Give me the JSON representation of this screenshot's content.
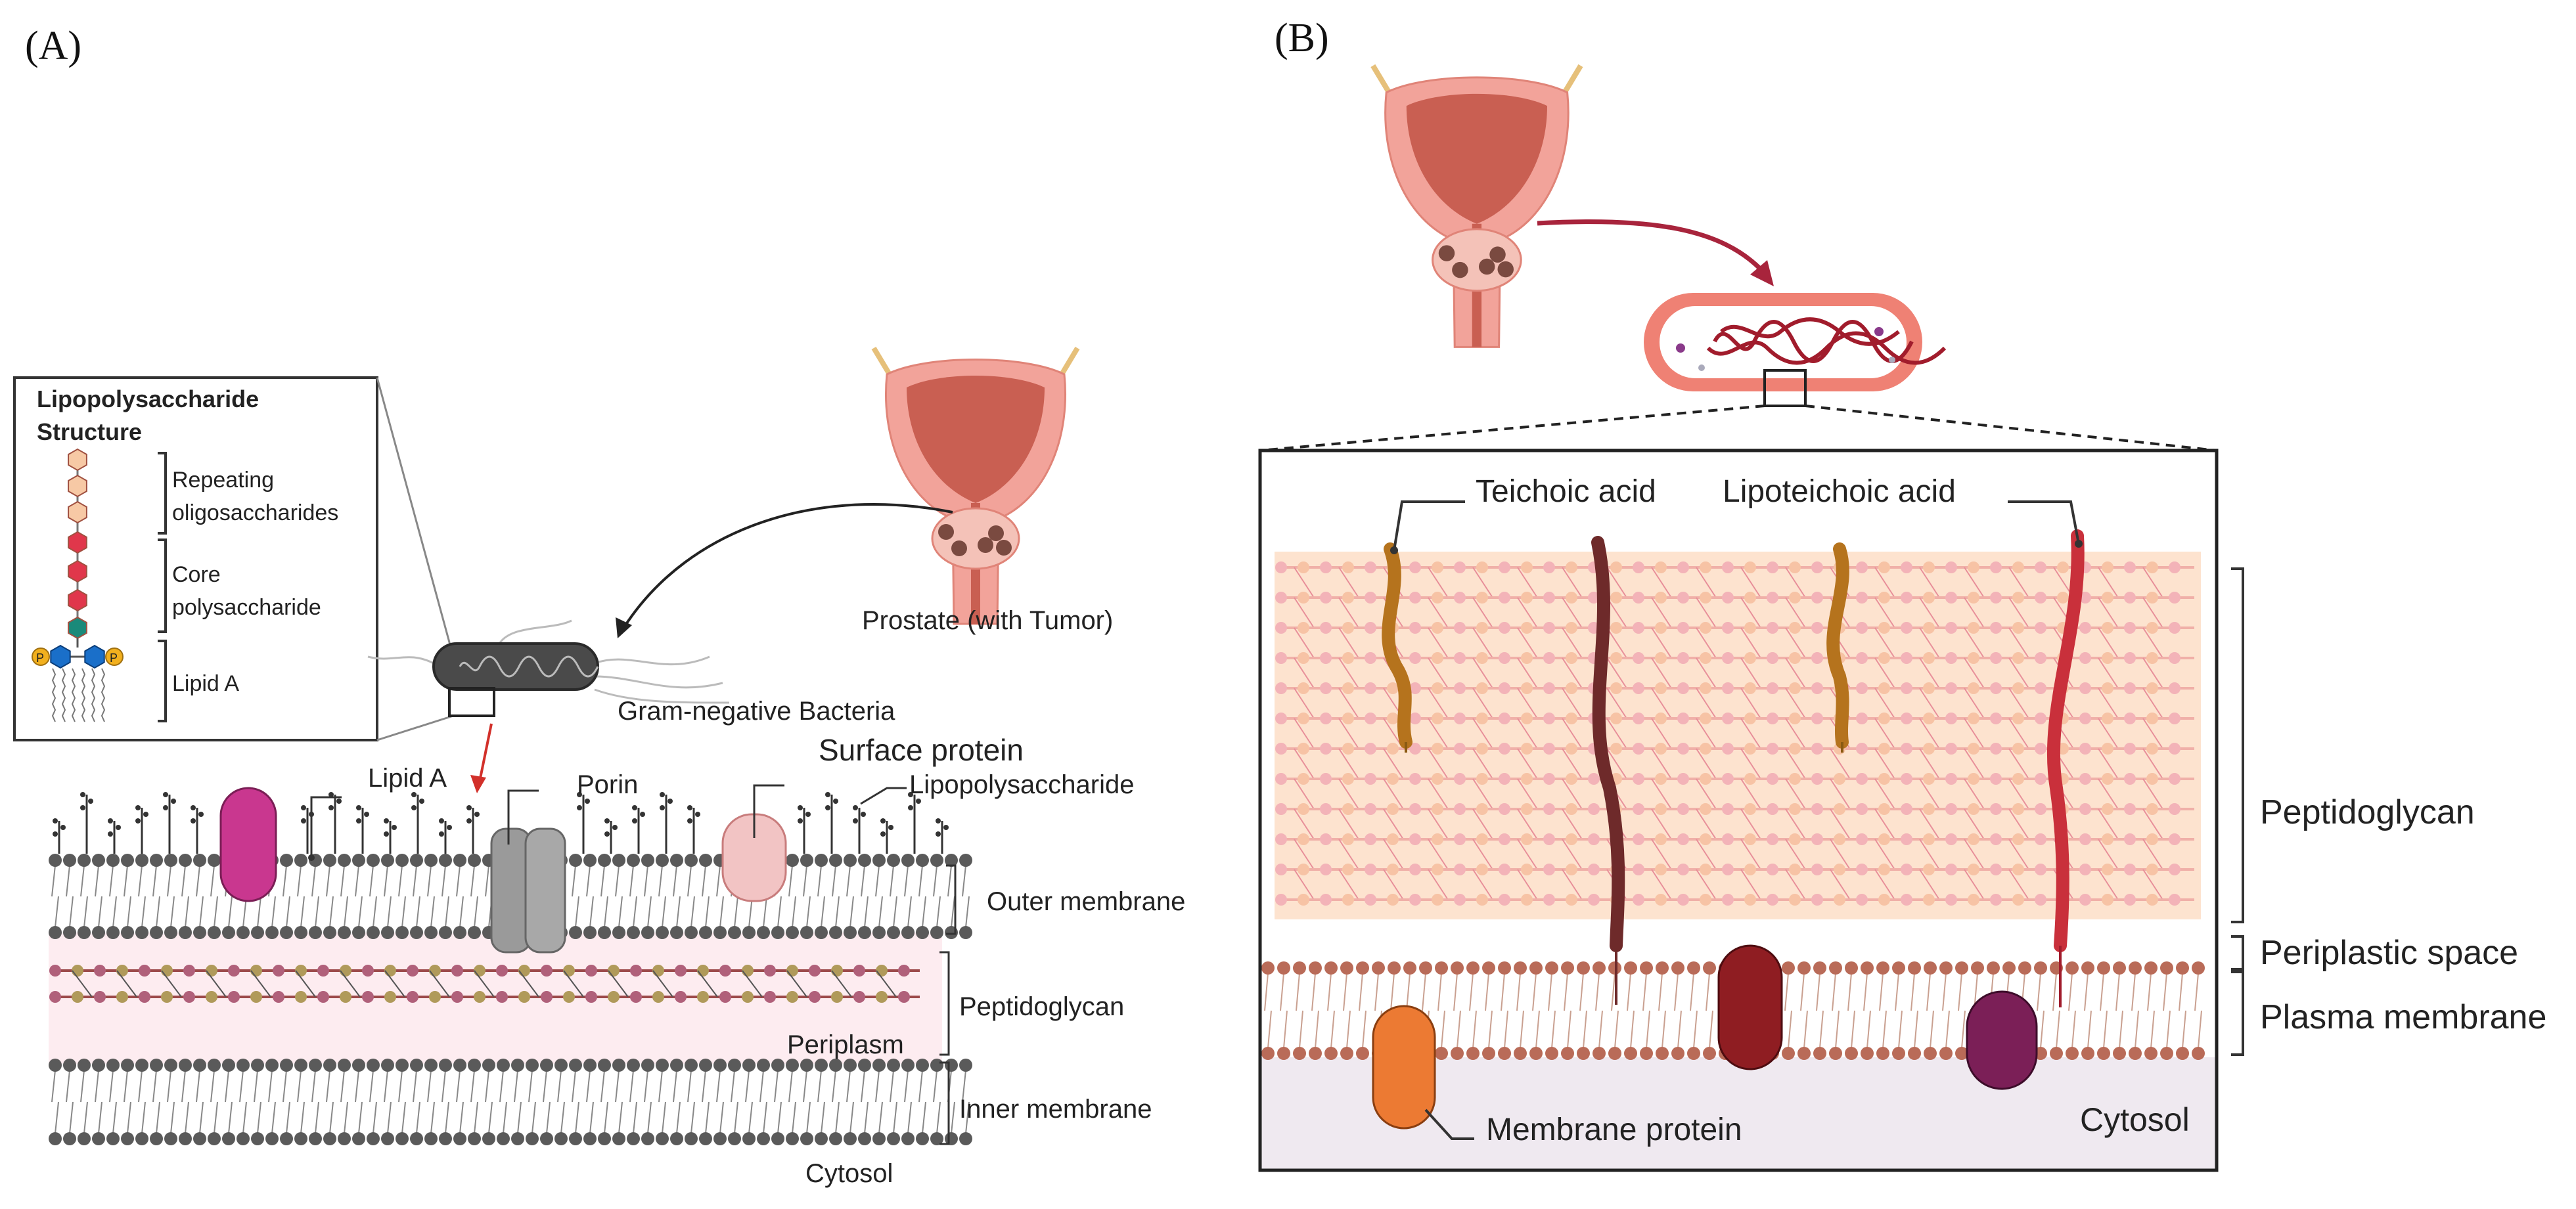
{
  "panel_a": {
    "label": "(A)",
    "lps_box": {
      "title_line1": "Lipopolysaccharide",
      "title_line2": "Structure",
      "repeating_line1": "Repeating",
      "repeating_line2": "oligosaccharides",
      "core_line1": "Core",
      "core_line2": "polysaccharide",
      "lipid_a": "Lipid A",
      "phosphate": "P"
    },
    "prostate_label": "Prostate (with Tumor)",
    "bacteria_label": "Gram-negative Bacteria",
    "lipid_a_label": "Lipid A",
    "porin_label": "Porin",
    "surface_protein_label": "Surface protein",
    "lps_label": "Lipopolysaccharide",
    "outer_membrane_label": "Outer membrane",
    "peptidoglycan_label": "Peptidoglycan",
    "periplasm_label": "Periplasm",
    "inner_membrane_label": "Inner membrane",
    "cytosol_label": "Cytosol"
  },
  "panel_b": {
    "label": "(B)",
    "teichoic_label": "Teichoic acid",
    "lipoteichoic_label": "Lipoteichoic acid",
    "peptidoglycan_label": "Peptidoglycan",
    "periplastic_label": "Periplastic space",
    "plasma_membrane_label": "Plasma membrane",
    "membrane_protein_label": "Membrane protein",
    "cytosol_label": "Cytosol"
  },
  "colors": {
    "prostate_outer": "#f2a39a",
    "prostate_inner": "#c95f52",
    "arrow_red": "#a8243c",
    "lipid_head": "#555555",
    "porin": "#999999",
    "magenta_protein": "#c9378f",
    "surface_protein": "#f2c4c4",
    "periplasm_bg": "#fdecf0",
    "pg_bg": "#fde3cf",
    "membrane_head_b": "#b96b58",
    "teichoic": "#b5731d",
    "lipoteichoic": "#c9303b",
    "orange_protein": "#ec7a33",
    "darkred_protein": "#8f1d22",
    "purple_protein": "#7b1f57",
    "cytosol_b": "#efe9f0"
  }
}
